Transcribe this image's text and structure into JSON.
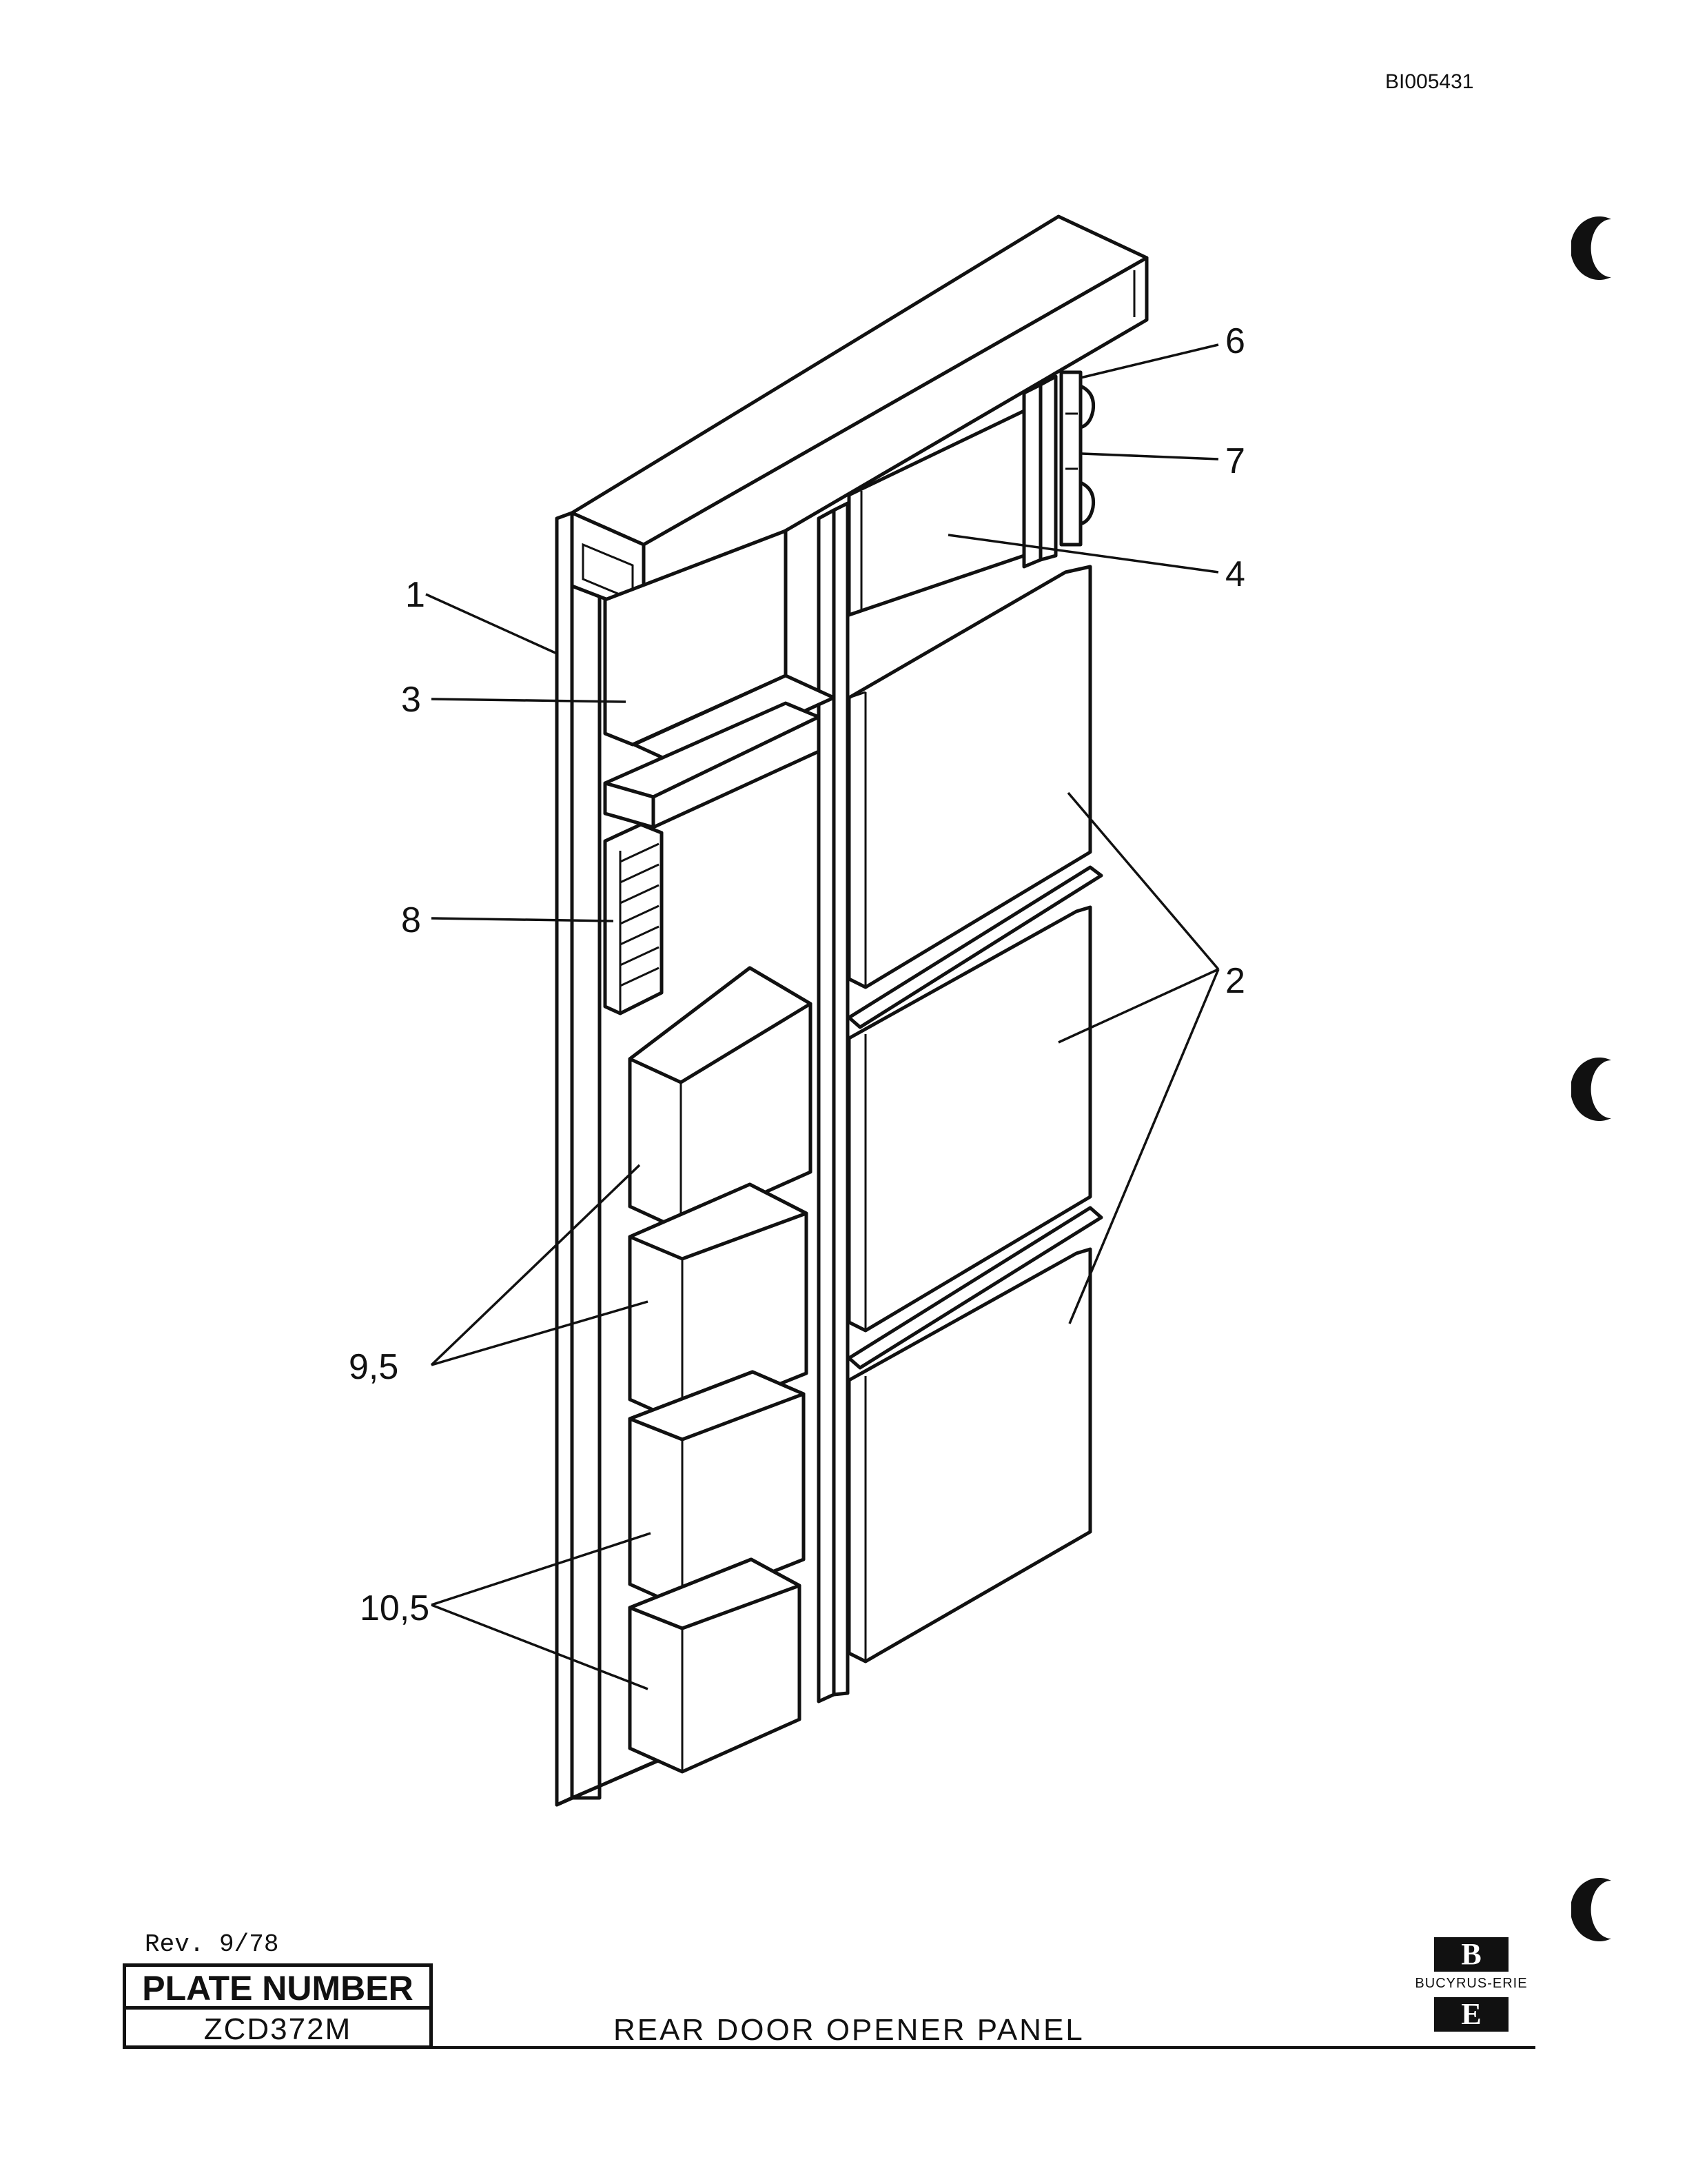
{
  "document_id": "BI005431",
  "revision": "Rev. 9/78",
  "plate": {
    "label": "PLATE NUMBER",
    "number": "ZCD372M"
  },
  "title": "REAR DOOR OPENER PANEL",
  "logo": {
    "top_letter": "B",
    "company": "BUCYRUS-ERIE",
    "bottom_letter": "E"
  },
  "callouts": [
    "1",
    "2",
    "3",
    "4",
    "6",
    "7",
    "8",
    "9,5",
    "10,5"
  ]
}
